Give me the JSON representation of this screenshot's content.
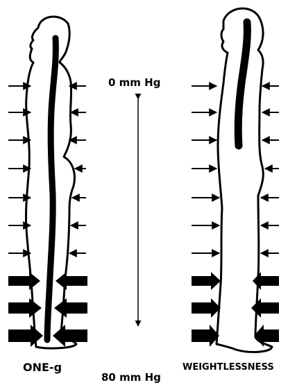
{
  "labels": {
    "top_pressure": "0 mm Hg",
    "bottom_pressure": "80 mm Hg",
    "left_condition": "ONE-g",
    "right_condition": "WEIGHTLESSNESS"
  },
  "colors": {
    "ink": "#000000",
    "background": "#ffffff"
  }
}
